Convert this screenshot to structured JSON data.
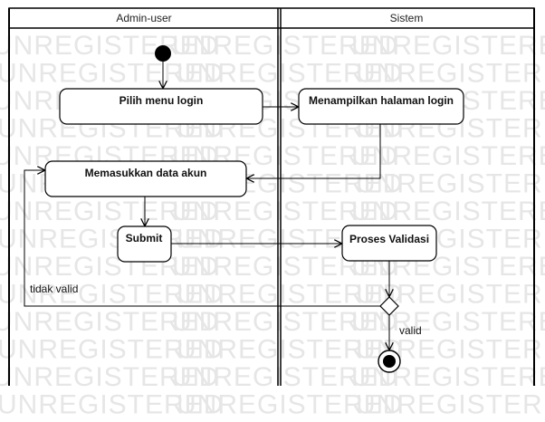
{
  "watermark": "UNREGISTERED",
  "lanes": {
    "left": {
      "title": "Admin-user"
    },
    "right": {
      "title": "Sistem"
    }
  },
  "nodes": {
    "pilih_menu_login": "Pilih menu login",
    "menampilkan_halaman_login": "Menampilkan halaman login",
    "memasukkan_data_akun": "Memasukkan data akun",
    "submit": "Submit",
    "proses_validasi": "Proses Validasi"
  },
  "guards": {
    "tidak_valid": "tidak valid",
    "valid": "valid"
  }
}
